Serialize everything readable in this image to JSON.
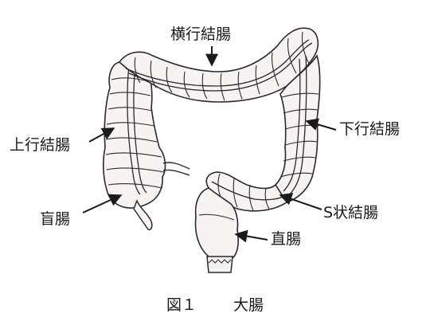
{
  "labels": {
    "transverse_colon": "横行結腸",
    "ascending_colon": "上行結腸",
    "descending_colon": "下行結腸",
    "cecum": "盲腸",
    "sigmoid_colon": "S状結腸",
    "rectum": "直腸"
  },
  "caption": {
    "figure_number": "図１",
    "title": "大腸"
  },
  "colors": {
    "line": "#2a2a2a",
    "fill": "#f7f3f3",
    "highlight": "#f0dede"
  }
}
